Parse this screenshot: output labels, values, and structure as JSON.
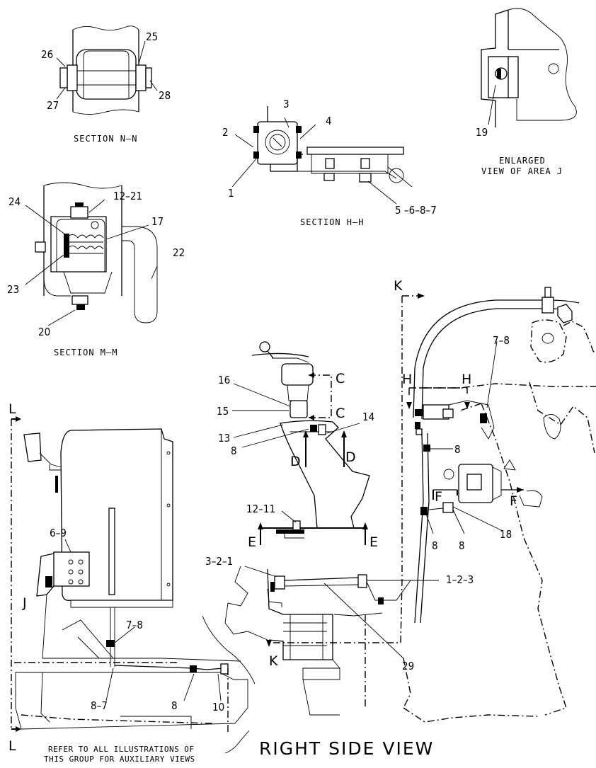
{
  "views": {
    "section_nn": {
      "caption": "SECTION N–N",
      "callouts": [
        "26",
        "25",
        "27",
        "28"
      ]
    },
    "section_hh": {
      "caption": "SECTION H–H",
      "callouts": [
        "3",
        "2",
        "4",
        "1",
        "5 –6–8–7"
      ]
    },
    "enlarged_j": {
      "caption_line1": "ENLARGED",
      "caption_line2": "VIEW OF AREA J",
      "callouts": [
        "19"
      ]
    },
    "section_mm": {
      "caption": "SECTION M–M",
      "callouts": [
        "24",
        "12–21",
        "17",
        "22",
        "23",
        "20"
      ]
    },
    "right_side": {
      "title": "RIGHT SIDE VIEW",
      "note_line1": "REFER TO ALL ILLUSTRATIONS OF",
      "note_line2": "THIS GROUP FOR AUXILIARY VIEWS",
      "callouts": [
        "16",
        "15",
        "13",
        "14",
        "8",
        "12–11",
        "7–8",
        "8",
        "8",
        "8",
        "18",
        "3–2–1",
        "1–2–3",
        "29",
        "6–9",
        "7–8",
        "8–7",
        "8",
        "10"
      ],
      "section_marks": [
        "C",
        "C",
        "D",
        "D",
        "E",
        "E",
        "F",
        "F",
        "H",
        "H",
        "K",
        "K",
        "L",
        "L",
        "J"
      ]
    }
  }
}
